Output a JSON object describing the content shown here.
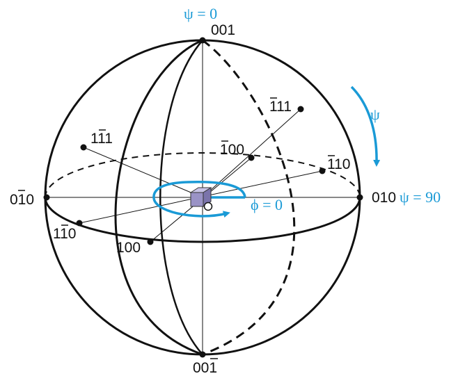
{
  "labels": {
    "top": "001",
    "bottom": "001",
    "right": "010",
    "left": "010",
    "ul_111": "111",
    "ur_111": "111",
    "dir_100_back": "100",
    "dir_100_front": "100",
    "back_110": "110",
    "front_110": "110"
  },
  "angles": {
    "psi_0": "ψ = 0",
    "psi_90": "ψ = 90",
    "psi": "ψ",
    "phi_0": "ϕ = 0"
  },
  "colors": {
    "accent": "#1a9ad6",
    "line": "#111111",
    "sample": "#9a93c6"
  }
}
